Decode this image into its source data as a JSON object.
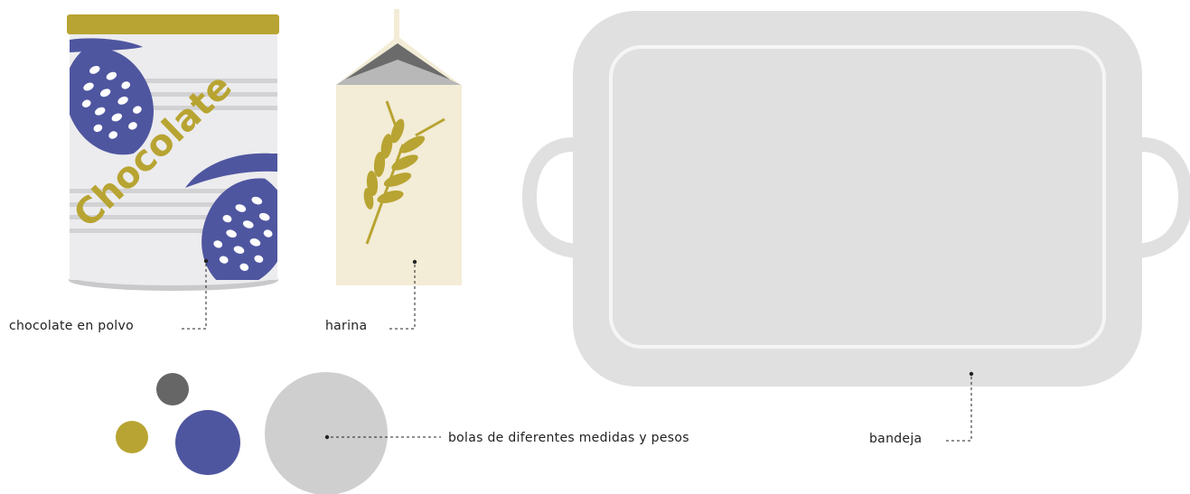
{
  "colors": {
    "olive": "#b8a432",
    "indigo": "#4f56a0",
    "can_body": "#ececee",
    "can_stripe": "#d2d2d4",
    "can_base": "#c9c9cb",
    "carton": "#f3ecd6",
    "carton_roof_dark": "#6b6b6b",
    "carton_roof_light": "#b8b8b8",
    "tray": "#e0e0e0",
    "tray_inner_line": "#f5f5f5",
    "ball_dark": "#666666",
    "ball_big": "#cfcfcf",
    "leader_line": "#222222"
  },
  "items": {
    "chocolate_can": {
      "brand_text": "Chocolate",
      "label": "chocolate en polvo",
      "icon": "cocoa-pod-icon"
    },
    "flour": {
      "label": "harina",
      "icon": "wheat-icon"
    },
    "tray": {
      "label": "bandeja"
    },
    "balls": {
      "label": "bolas de diferentes medidas y pesos"
    }
  }
}
